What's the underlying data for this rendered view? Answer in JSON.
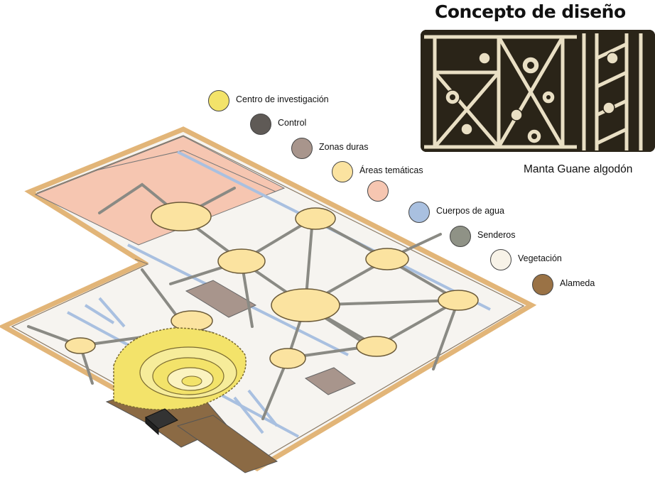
{
  "concept": {
    "title": "Concepto de diseño",
    "caption": "Manta Guane algodón",
    "image_subject": "woven-textile-pattern"
  },
  "legend": [
    {
      "label": "Centro de investigación",
      "color": "#f3e36a"
    },
    {
      "label": "Control",
      "color": "#5f5a56"
    },
    {
      "label": "Zonas duras",
      "color": "#a8958c"
    },
    {
      "label": "Áreas temáticas",
      "color": "#fbe3a0"
    },
    {
      "label": "",
      "color": "#f6c6b1"
    },
    {
      "label": "Cuerpos de agua",
      "color": "#a9c0e0"
    },
    {
      "label": "Senderos",
      "color": "#8f9286"
    },
    {
      "label": "Vegetación",
      "color": "#f8f3e8"
    },
    {
      "label": "Alameda",
      "color": "#9a7245"
    }
  ],
  "colors": {
    "border": "#e2b578",
    "path": "#8a8a84",
    "path_edge": "#5e5e58",
    "water": "#a9c0e0",
    "hard_zone": "#a8958c",
    "thematic_area": "#fbe3a0",
    "pink_zone": "#f6c6b1",
    "research_center": "#f3e36a",
    "alameda": "#8b6a44",
    "control": "#333333"
  }
}
